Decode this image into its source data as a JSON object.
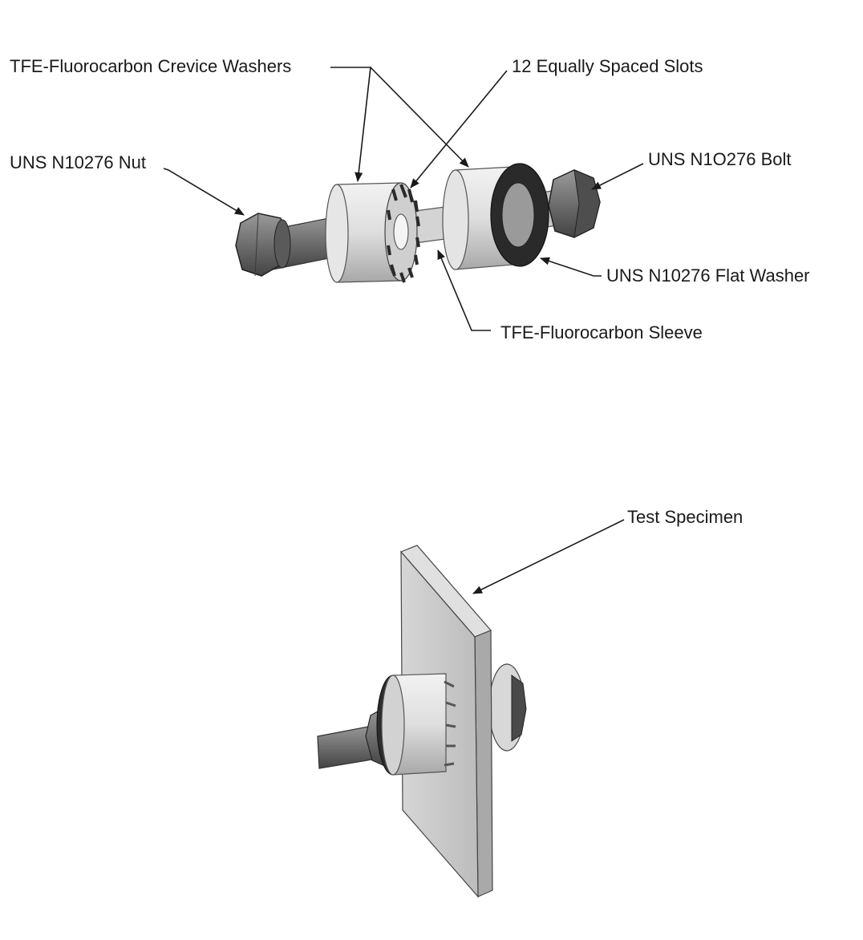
{
  "labels": {
    "crevice_washers": "TFE-Fluorocarbon Crevice Washers",
    "slots": "12 Equally Spaced Slots",
    "nut": "UNS N10276 Nut",
    "bolt": "UNS N1O276 Bolt",
    "flat_washer": "UNS N10276 Flat Washer",
    "sleeve": "TFE-Fluorocarbon Sleeve",
    "specimen": "Test Specimen"
  },
  "colors": {
    "ink": "#1a1a1a",
    "metal_dark": "#5e5e5e",
    "metal_mid": "#8a8a8a",
    "tfe_light": "#e2e2e2",
    "tfe_shade": "#b9b9b9",
    "plate": "#c8c8c8"
  }
}
